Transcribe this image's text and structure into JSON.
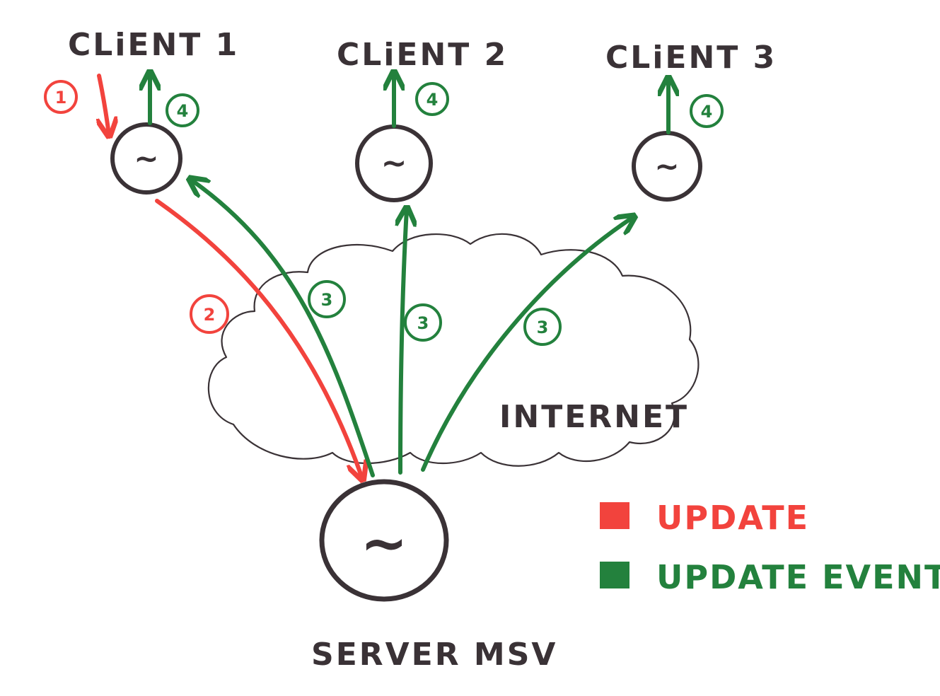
{
  "colors": {
    "ink": "#3a3236",
    "update": "#f2433d",
    "event": "#23813d"
  },
  "clients": [
    {
      "label": "CLiENT 1",
      "symbol": "~"
    },
    {
      "label": "CLiENT 2",
      "symbol": "~"
    },
    {
      "label": "CLiENT 3",
      "symbol": "~"
    }
  ],
  "server": {
    "label": "SERVER MSV",
    "symbol": "~"
  },
  "cloud": {
    "label": "INTERNET"
  },
  "steps": {
    "step1": "1",
    "step2": "2",
    "step3": "3",
    "step4": "4"
  },
  "legend": [
    {
      "label": "UPDATE",
      "color": "#f2433d"
    },
    {
      "label": "UPDATE EVENT",
      "color": "#23813d"
    }
  ]
}
